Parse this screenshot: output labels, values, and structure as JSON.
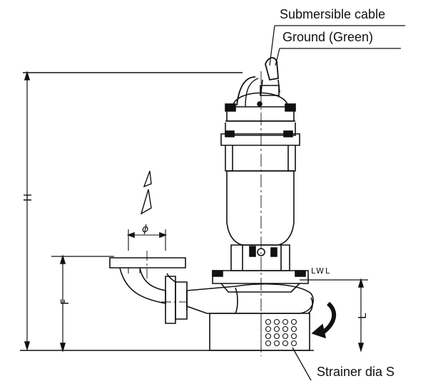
{
  "labels": {
    "submersible_cable": "Submersible cable",
    "ground": "Ground (Green)",
    "strainer": "Strainer dia S"
  },
  "dimensions": {
    "h": "H",
    "f": "F",
    "l": "L",
    "phi": "ϕ",
    "lwl": "LWL"
  }
}
